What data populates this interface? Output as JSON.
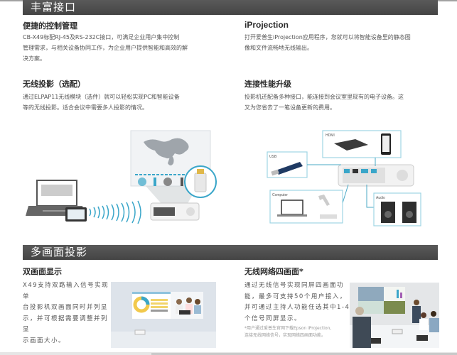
{
  "section1": {
    "title": "丰富接口",
    "items": [
      {
        "heading": "便捷的控制管理",
        "lines": [
          "CB-X49标配RJ-45及RS-232C接口，可满足企业用户集中控制",
          "管理需求，与相关设备协同工作，为企业用户提供智能和高效的解",
          "决方案。"
        ]
      },
      {
        "heading": "iProjection",
        "lines": [
          "打开爱普生iProjection应用程序，您就可以将智能设备里的静态图",
          "像和文件流畅地无线输出。"
        ]
      },
      {
        "heading": "无线投影（选配）",
        "lines": [
          "通过ELPAP11无线模块（选件）就可以轻松实现PC和智能设备",
          "等的无线投影。适合会议中需要多人投影的情况。"
        ]
      },
      {
        "heading": "连接性能升级",
        "lines": [
          "投影机还配备多种接口，能连接到会议室里现有的电子设备。这",
          "又为您省去了一笔设备更新的费用。"
        ]
      }
    ],
    "wireless_illustration": {
      "alt": "laptop and tablet wirelessly projecting world map via wireless module"
    },
    "connectivity_illustration": {
      "labels": {
        "hdmi": "HDMI",
        "usb": "USB",
        "computer": "Computer",
        "audio": "Audio"
      }
    }
  },
  "section2": {
    "title": "多画面投影",
    "items": [
      {
        "heading": "双画面显示",
        "lines": [
          "X49支持双路输入信号实现单",
          "台投影机双画面同时并列显",
          "示，并可根据需要调整并列显",
          "示画面大小。"
        ]
      },
      {
        "heading": "无线网络四画面*",
        "lines": [
          "通过无线信号实现同屏四画面功",
          "能，最多可支持50个用户接入，",
          "并可通过主持人功能任选其中1-4",
          "个信号同屏显示。"
        ],
        "note_lines": [
          "*用户通过爱普生官网下载Epson iProjection,",
          "连接无线网络信号，实现网络四画面功能。"
        ]
      }
    ]
  },
  "colors": {
    "bar": "#4d4d4d",
    "accent": "#3aa6c9",
    "text": "#555555",
    "heading": "#2b2b2b"
  }
}
